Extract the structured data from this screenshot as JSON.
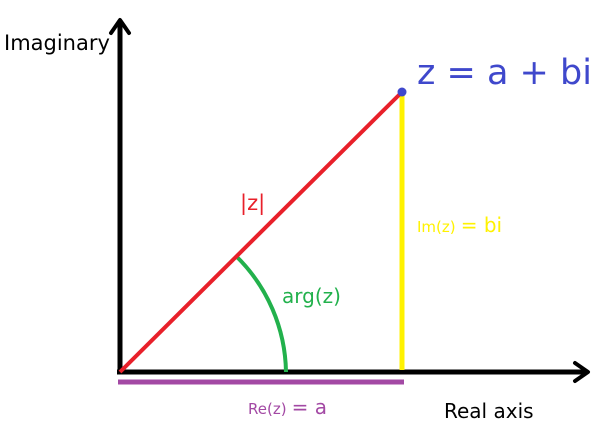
{
  "labels": {
    "imaginary_axis": "Imaginary",
    "real_axis": "Real axis",
    "z_equation": "z = a + bi",
    "modulus": "|z|",
    "argument": "arg(z)",
    "im_prefix": "Im(z)",
    "im_suffix": " = bi",
    "re_prefix": "Re(z)",
    "re_suffix": " = a"
  },
  "colors": {
    "axes": "#000000",
    "modulus": "#e8202a",
    "point": "#3f48cc",
    "imaginary_part": "#fff200",
    "real_part": "#a349a4",
    "argument": "#22b14c"
  }
}
